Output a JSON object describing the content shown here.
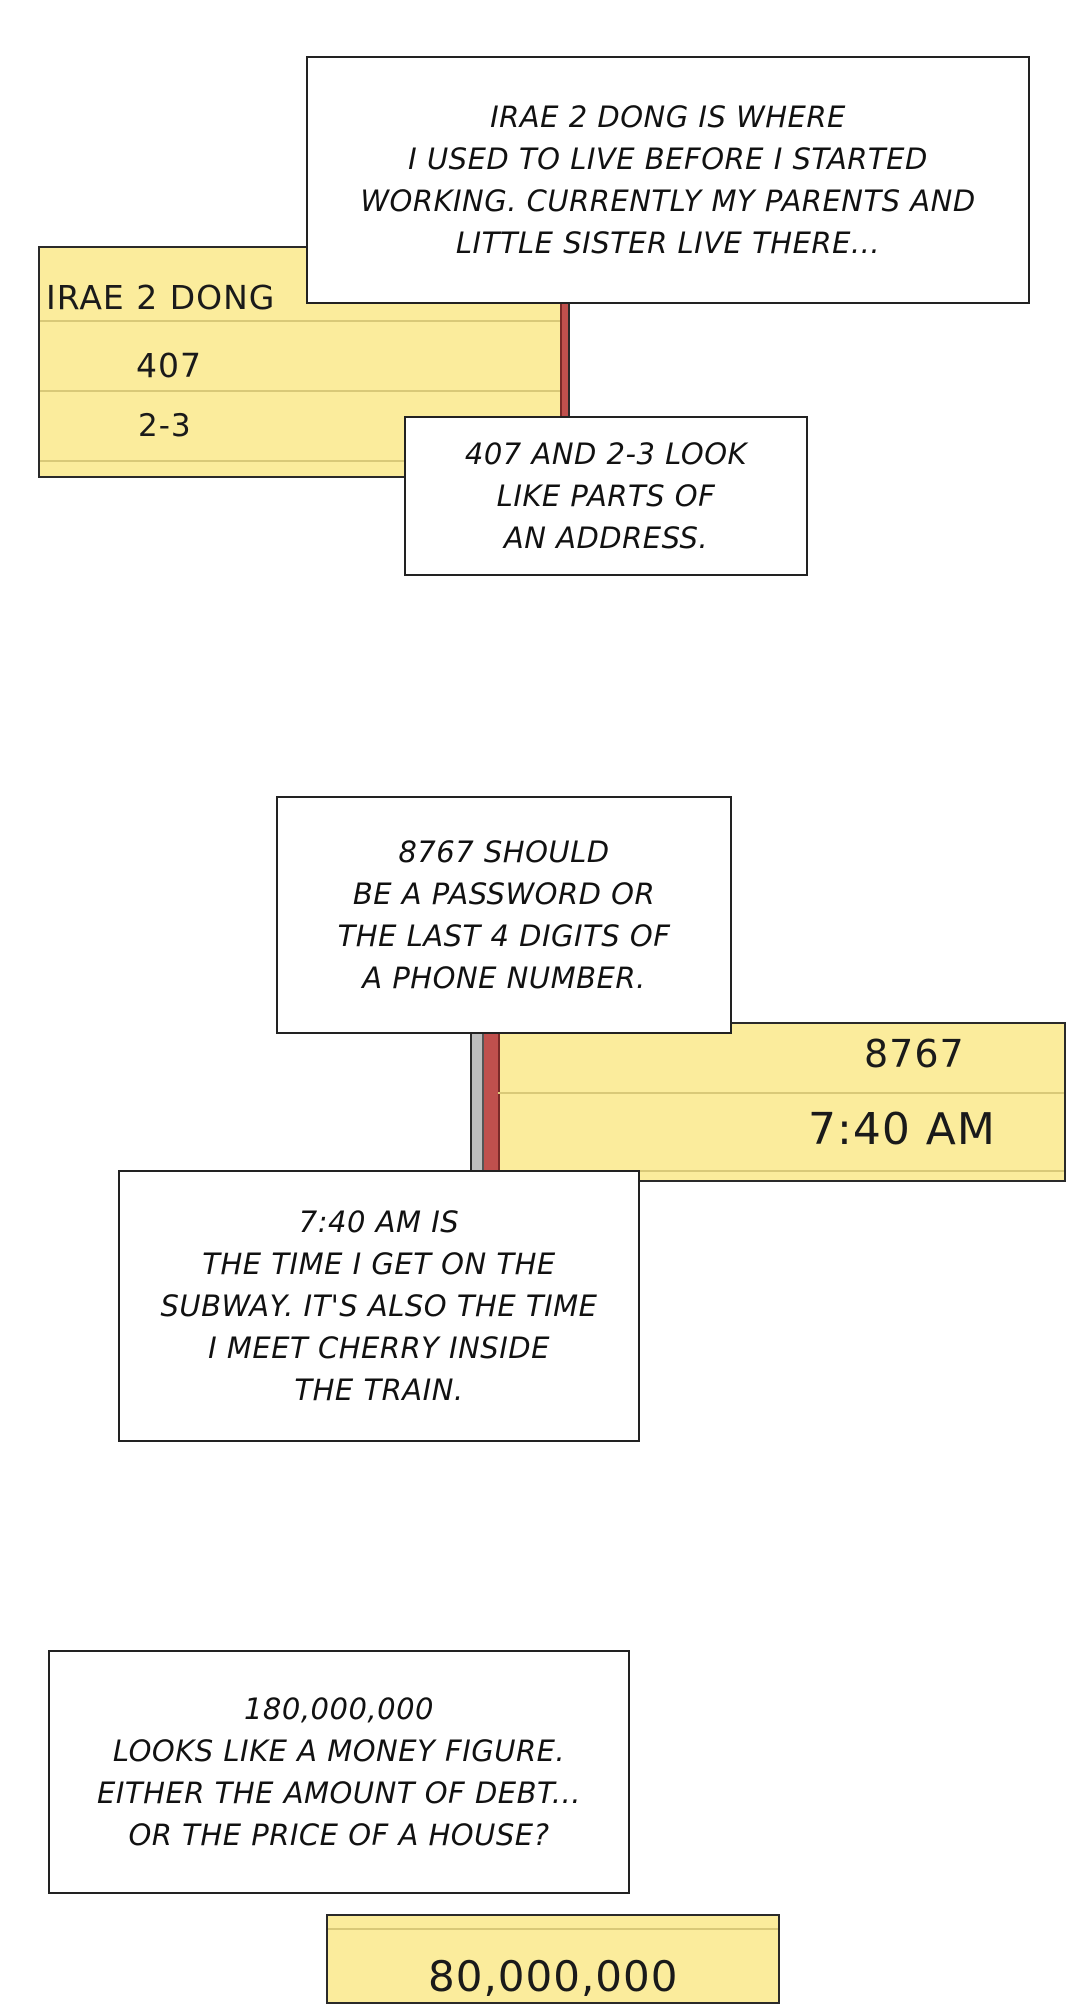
{
  "panel1": {
    "note": {
      "line1": "IRAE 2 DONG",
      "line2": "407",
      "line3": "2-3"
    },
    "caption_top": "IRAE 2 DONG IS WHERE\nI USED TO LIVE BEFORE I STARTED\nWORKING. CURRENTLY MY PARENTS AND\nLITTLE SISTER LIVE THERE...",
    "caption_bottom": "407 AND 2-3 LOOK\nLIKE PARTS OF\nAN ADDRESS."
  },
  "panel2": {
    "caption_top": "8767 SHOULD\nBE A PASSWORD OR\nTHE LAST 4 DIGITS OF\nA PHONE NUMBER.",
    "note": {
      "line1": "8767",
      "line2": "7:40 AM"
    },
    "caption_bottom": "7:40 AM IS\nTHE TIME I GET ON THE\nSUBWAY. IT'S ALSO THE TIME\nI MEET CHERRY INSIDE\nTHE TRAIN."
  },
  "panel3": {
    "caption": "180,000,000\nLOOKS LIKE A MONEY FIGURE.\nEITHER THE AMOUNT OF DEBT...\nOR THE PRICE OF A HOUSE?",
    "note": {
      "line1": "80,000,000"
    }
  },
  "colors": {
    "note_yellow": "#fbec9c",
    "note_rule": "#d9c978",
    "margin_red": "#c0504d",
    "border": "#222222"
  }
}
